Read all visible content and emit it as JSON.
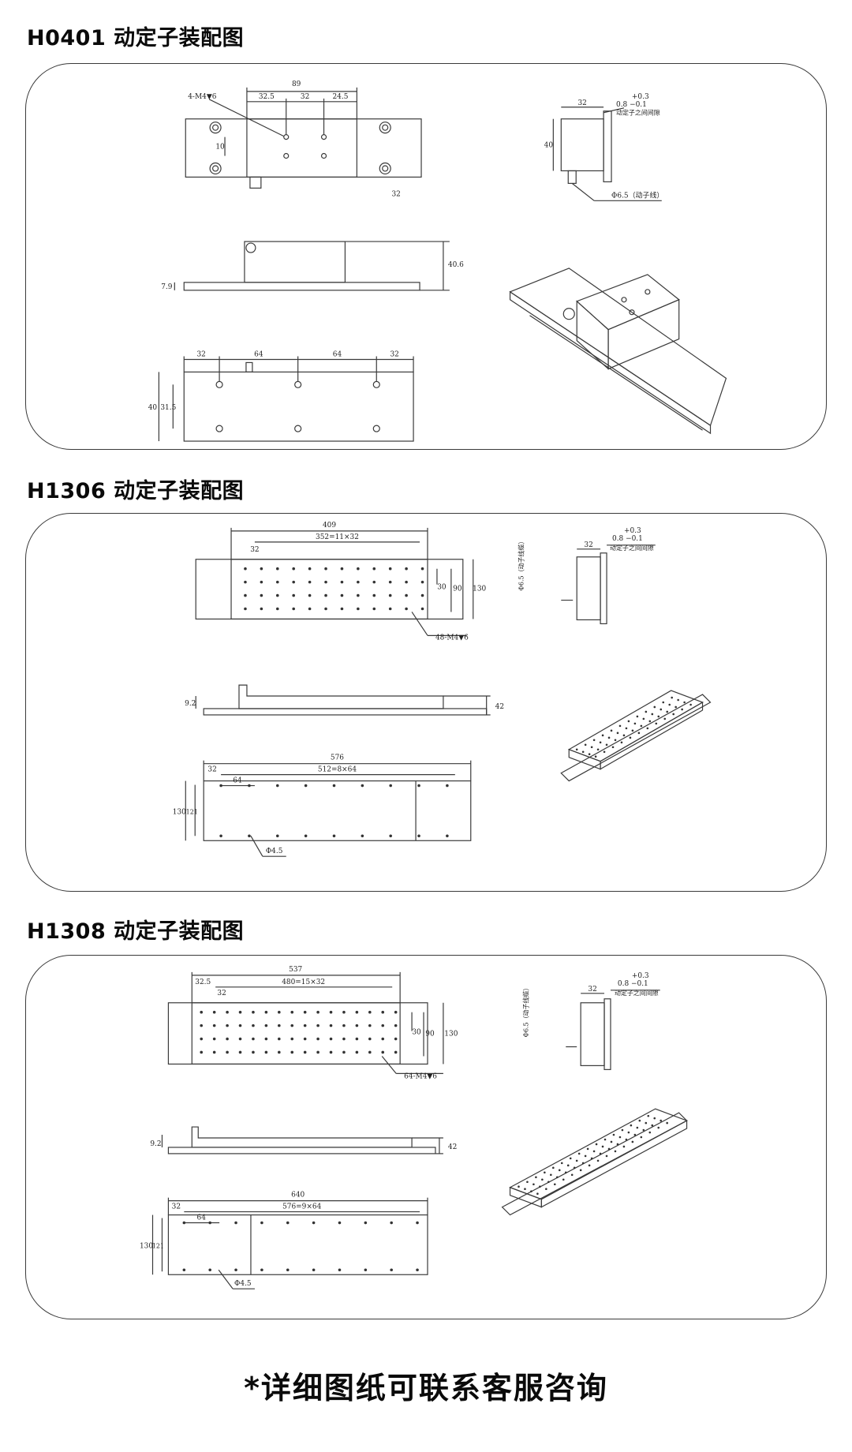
{
  "sections": [
    {
      "title": "H0401 动定子装配图",
      "top_view": {
        "overall": "89",
        "dims": [
          "32.5",
          "32",
          "24.5"
        ],
        "hole_callout": "4-M4▼6",
        "side_dim": "10",
        "note": "32"
      },
      "end_view": {
        "width": "32",
        "height": "40",
        "gap_tol_upper": "+0.3",
        "gap_tol_lower": "0.8 −0.1",
        "gap_label": "动定子之间间隙",
        "cable_label": "Φ6.5（动子线）"
      },
      "side_view": {
        "height": "40.6",
        "base": "7.9"
      },
      "bottom_view": {
        "dims": [
          "32",
          "64",
          "64",
          "32"
        ],
        "height": "40",
        "inner": "31.5"
      }
    },
    {
      "title": "H1306 动定子装配图",
      "top_view": {
        "overall": "409",
        "pitch": "352=11×32",
        "first": "32",
        "hole_callout": "48-M4▼6",
        "row_pitch": "30",
        "inner": "90",
        "height": "130"
      },
      "end_view": {
        "width": "32",
        "gap_tol_upper": "+0.3",
        "gap_tol_lower": "0.8 −0.1",
        "gap_label": "动定子之间间隙",
        "cable_label": "Φ6.5（动子线缆）"
      },
      "side_view": {
        "base": "9.2",
        "height": "42"
      },
      "bottom_view": {
        "overall": "576",
        "pitch": "512=8×64",
        "first": "32",
        "second": "64",
        "height": "130",
        "inner": "121",
        "hole": "Φ4.5"
      }
    },
    {
      "title": "H1308 动定子装配图",
      "top_view": {
        "overall": "537",
        "pitch": "480=15×32",
        "first": "32.5",
        "second": "32",
        "hole_callout": "64-M4▼6",
        "row_pitch": "30",
        "inner": "90",
        "height": "130"
      },
      "end_view": {
        "width": "32",
        "gap_tol_upper": "+0.3",
        "gap_tol_lower": "0.8 −0.1",
        "gap_label": "动定子之间间隙",
        "cable_label": "Φ6.5（动子线缆）"
      },
      "side_view": {
        "base": "9.2",
        "height": "42"
      },
      "bottom_view": {
        "overall": "640",
        "pitch": "576=9×64",
        "first": "32",
        "second": "64",
        "height": "130",
        "inner": "121",
        "hole": "Φ4.5"
      }
    }
  ],
  "footer": "*详细图纸可联系客服咨询",
  "colors": {
    "line": "#3a3a3a",
    "text": "#111111",
    "border": "#3a3a3a",
    "background": "#ffffff"
  }
}
